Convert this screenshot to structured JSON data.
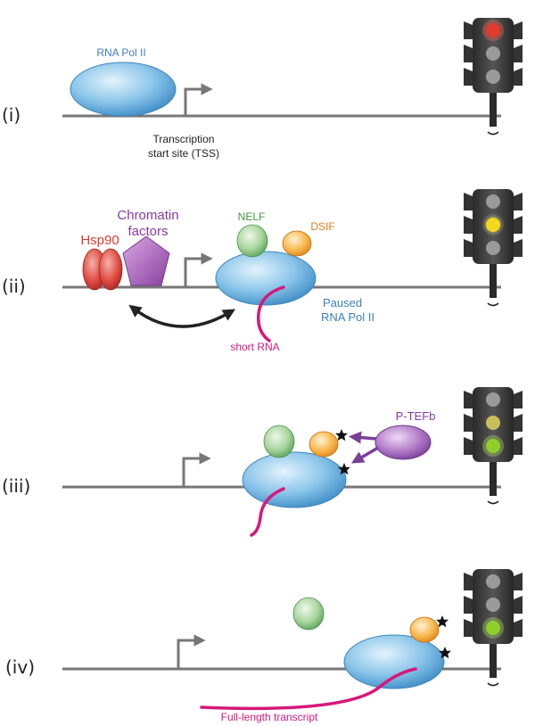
{
  "colors": {
    "dna": "#777777",
    "pol": "#5aa6d6",
    "nelf": "#5aa15a",
    "dsif": "#ef9a2b",
    "ptefb": "#8a4aa6",
    "hsp90": "#d93a3a",
    "chromatin": "#9a4aa8",
    "rna": "#d6187a",
    "arrow": "#2a2a2a",
    "blue_text": "#3f7fbd",
    "green_text": "#3f9a3f",
    "orange_text": "#e07b22",
    "red_text": "#e03a2f",
    "purple_text": "#8a3aa0",
    "light_red": "#e23a2e",
    "light_yellow": "#f4d81a",
    "light_green": "#8fcf2a",
    "light_off": "#9a9a9a"
  },
  "icons": [
    "traffic-light-icon",
    "tss-arrow-icon",
    "phosphate-star-icon"
  ],
  "panels": {
    "i": {
      "step": "(i)",
      "pol_label": "RNA Pol II",
      "tss_label_line1": "Transcription",
      "tss_label_line2": "start site (TSS)",
      "light_state": "red"
    },
    "ii": {
      "step": "(ii)",
      "hsp90_label": "Hsp90",
      "chromatin_label_line1": "Chromatin",
      "chromatin_label_line2": "factors",
      "nelf_label": "NELF",
      "dsif_label": "DSIF",
      "paused_label_line1": "Paused",
      "paused_label_line2": "RNA Pol II",
      "rna_label": "short RNA",
      "light_state": "yellow"
    },
    "iii": {
      "step": "(iii)",
      "ptefb_label": "P-TEFb",
      "light_state": "yellow-green"
    },
    "iv": {
      "step": "(iv)",
      "rna_label": "Full-length transcript",
      "light_state": "green"
    }
  }
}
